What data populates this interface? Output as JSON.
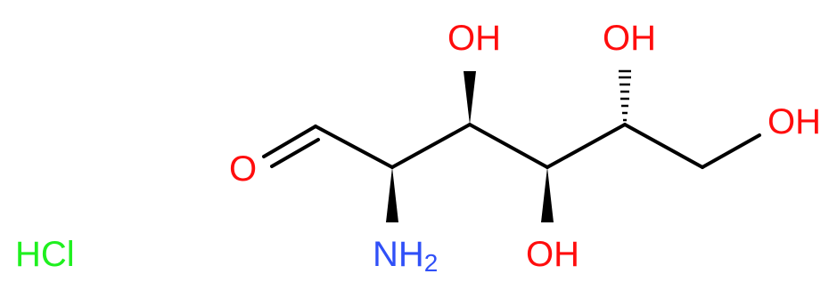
{
  "molecule": {
    "colors": {
      "bond": "#000000",
      "oxygen": "#ff0d0d",
      "nitrogen": "#3050f8",
      "chlorine": "#1ff01f"
    },
    "labels": {
      "aldehyde_o": "O",
      "oh_c3": "OH",
      "oh_c4": "OH",
      "oh_c5": "OH",
      "oh_c6": "OH",
      "amine_n": "NH",
      "amine_sub": "2",
      "salt": "HCl"
    }
  }
}
